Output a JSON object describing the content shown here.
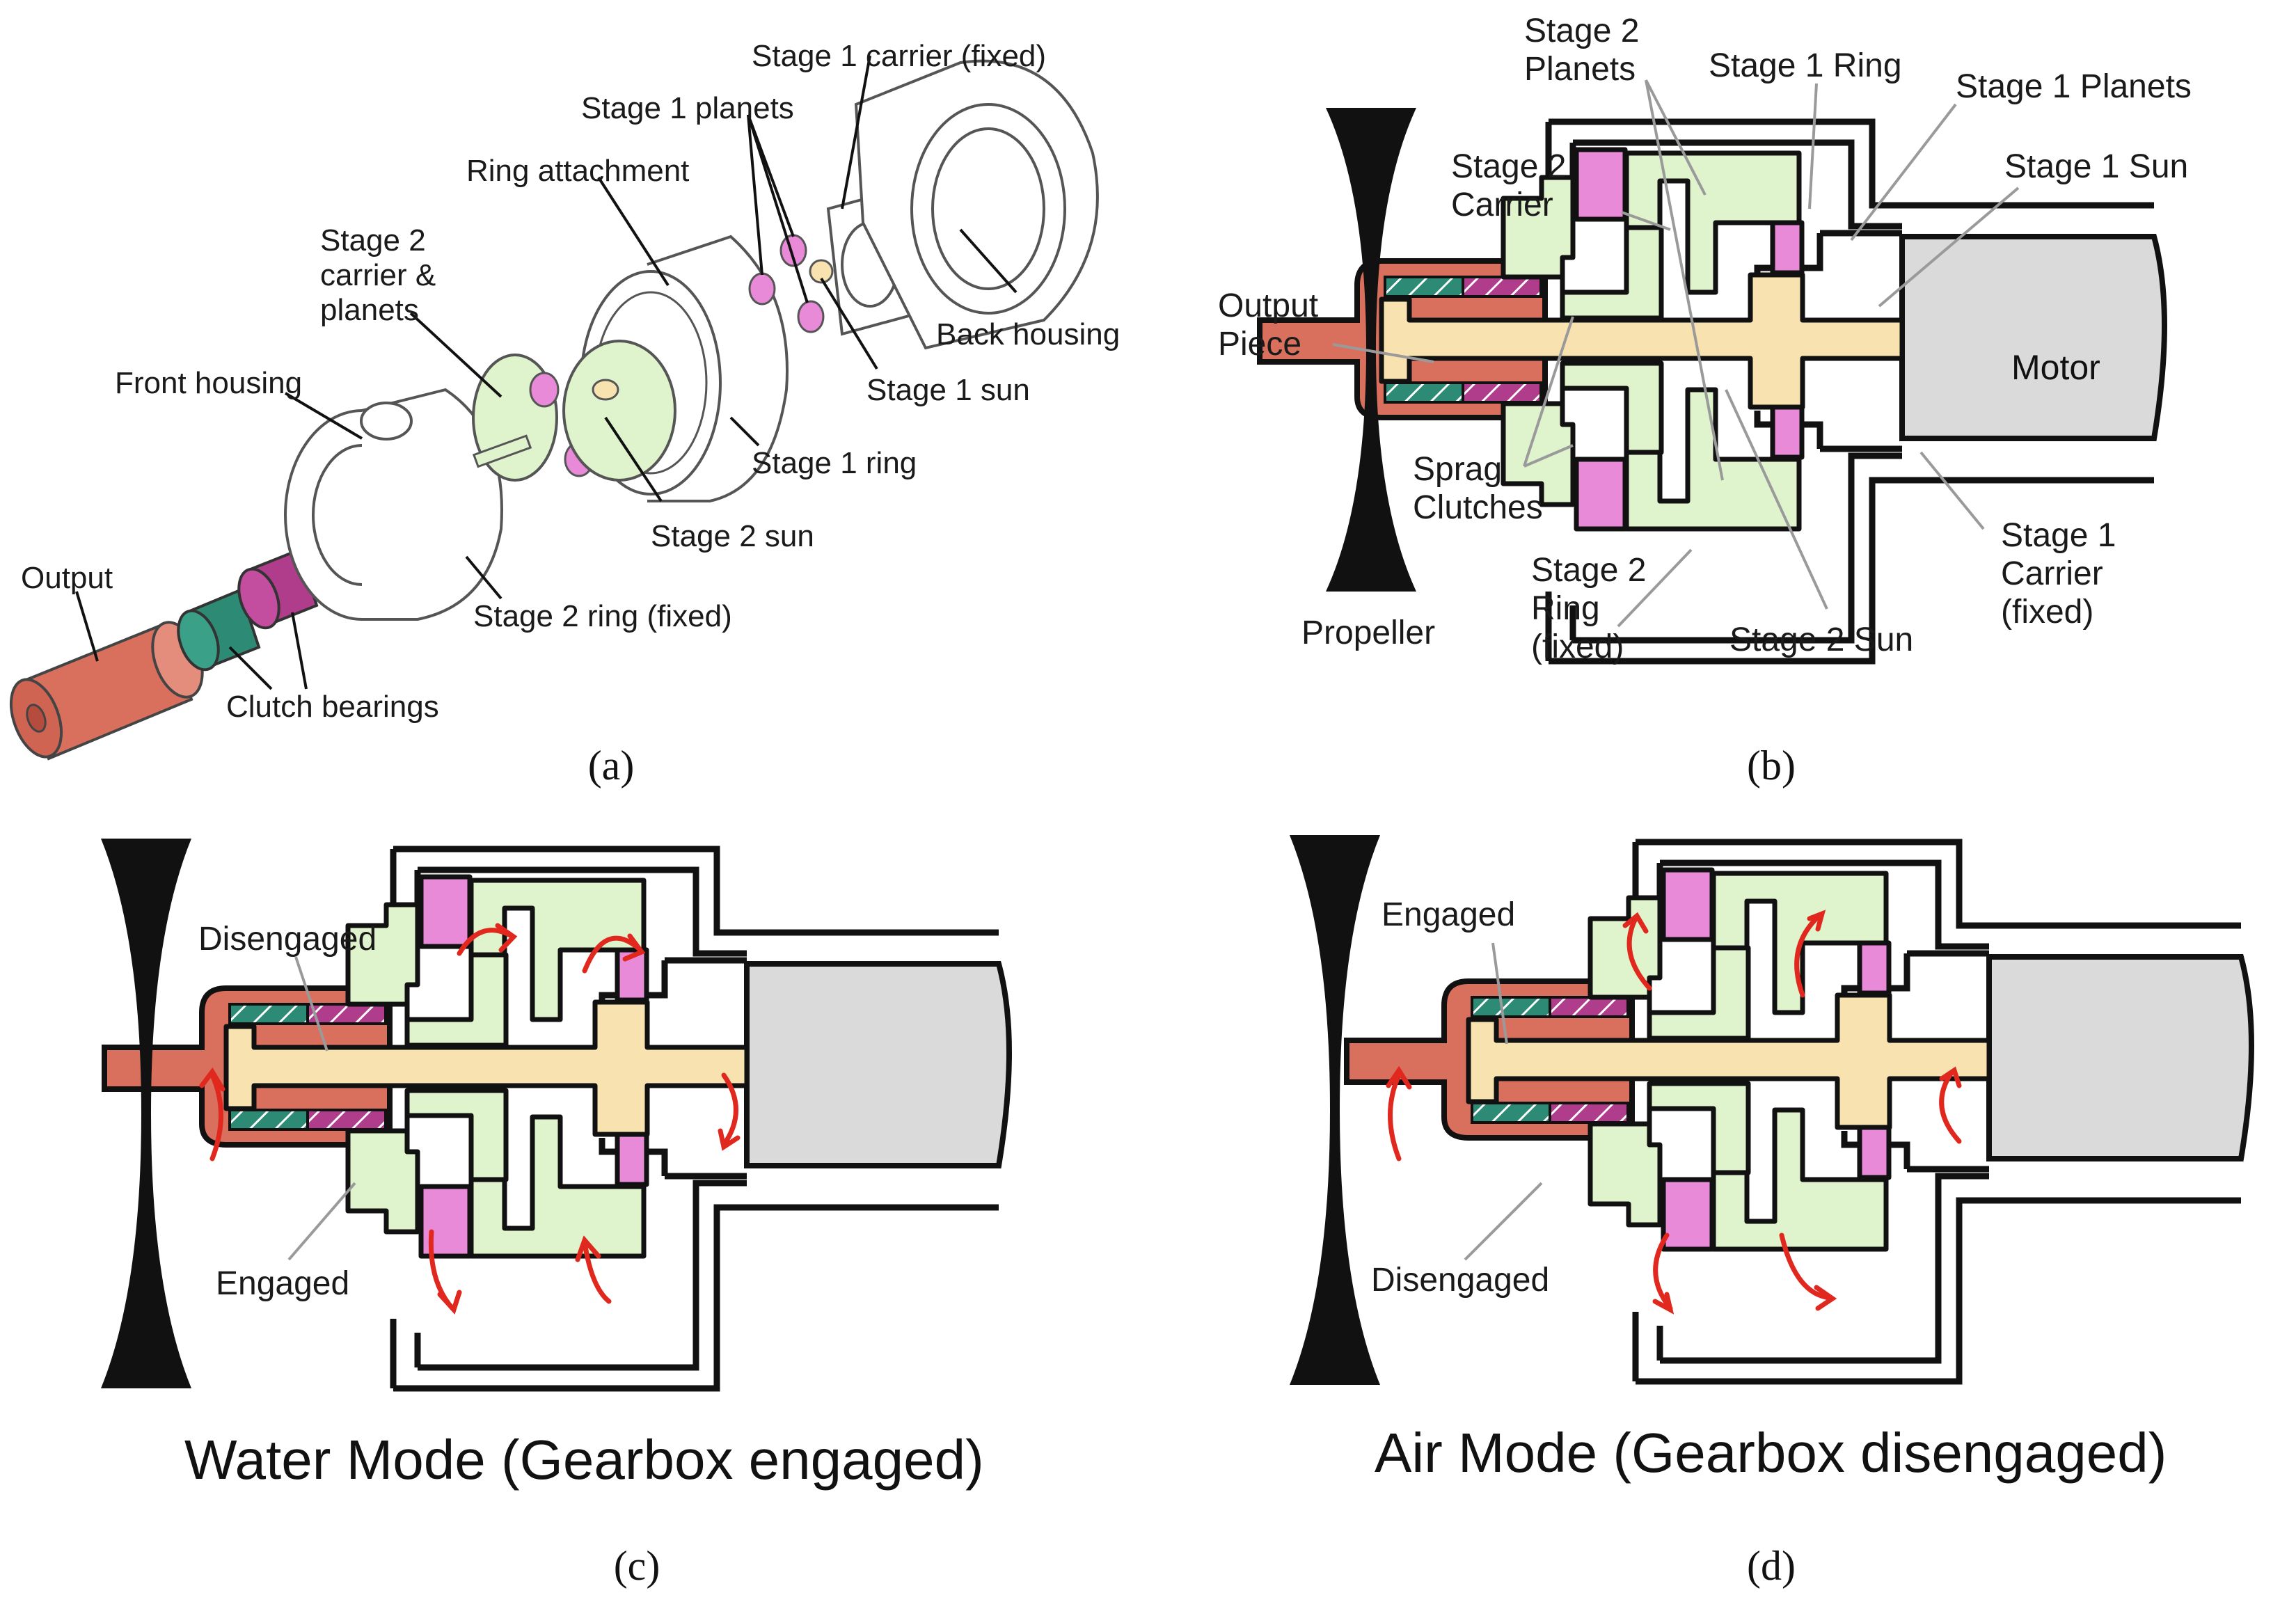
{
  "colors": {
    "output_red": "#d9705e",
    "shaft_tan": "#f8e3b0",
    "carrier_green": "#dff4cc",
    "planet_pink": "#e98ad9",
    "clutch_teal": "#2d8b75",
    "clutch_magenta": "#b03c8c",
    "motor_gray": "#dadada",
    "arrow_red": "#e0281e"
  },
  "panel_a": {
    "caption": "(a)",
    "labels": {
      "stage1_carrier": "Stage 1 carrier (fixed)",
      "stage1_planets": "Stage 1 planets",
      "ring_attachment": "Ring attachment",
      "stage2_carrier_l1": "Stage 2",
      "stage2_carrier_l2": "carrier &",
      "stage2_carrier_l3": "planets",
      "back_housing": "Back housing",
      "stage1_sun": "Stage 1 sun",
      "front_housing": "Front housing",
      "stage1_ring": "Stage 1 ring",
      "stage2_sun": "Stage 2 sun",
      "output": "Output",
      "stage2_ring": "Stage 2 ring (fixed)",
      "clutch_bearings": "Clutch bearings"
    }
  },
  "panel_b": {
    "caption": "(b)",
    "labels": {
      "stage2_planets_l1": "Stage 2",
      "stage2_planets_l2": "Planets",
      "stage1_ring": "Stage 1 Ring",
      "stage1_planets": "Stage 1 Planets",
      "stage2_carrier_l1": "Stage 2",
      "stage2_carrier_l2": "Carrier",
      "stage1_sun": "Stage 1 Sun",
      "output_piece_l1": "Output",
      "output_piece_l2": "Piece",
      "motor": "Motor",
      "sprag_l1": "Sprag",
      "sprag_l2": "Clutches",
      "stage1_carrier_l1": "Stage 1",
      "stage1_carrier_l2": "Carrier",
      "stage1_carrier_l3": "(fixed)",
      "stage2_ring_l1": "Stage 2",
      "stage2_ring_l2": "Ring",
      "stage2_ring_l3": "(fixed)",
      "propeller": "Propeller",
      "stage2_sun": "Stage 2 Sun"
    }
  },
  "panel_c": {
    "caption": "(c)",
    "mode_title": "Water Mode (Gearbox engaged)",
    "top_label": "Disengaged",
    "bottom_label": "Engaged"
  },
  "panel_d": {
    "caption": "(d)",
    "mode_title": "Air Mode (Gearbox disengaged)",
    "top_label": "Engaged",
    "bottom_label": "Disengaged"
  }
}
